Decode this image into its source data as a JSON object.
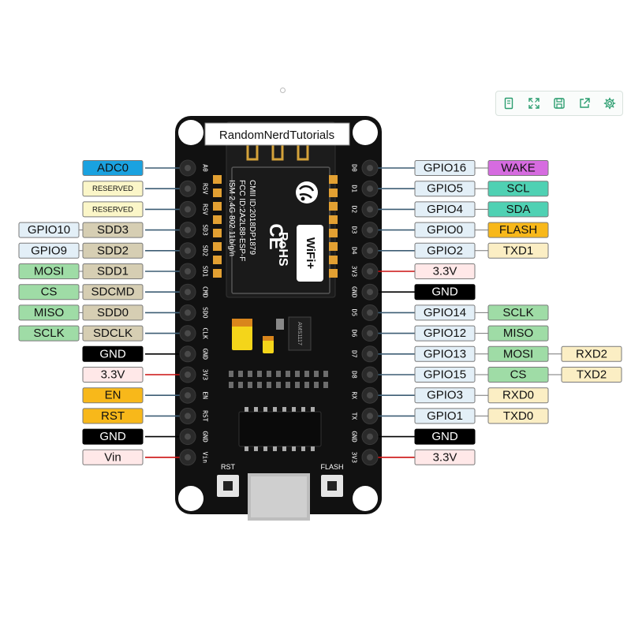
{
  "brand_label": "RandomNerdTutorials",
  "module": {
    "cert_lines": [
      "CMII ID:2018DP1879",
      "FCC ID:2A2L88-ESP-F",
      "ISM 2.4G  802.11b/g/n"
    ],
    "ce_mark": "CE",
    "rohs_mark": "RoHS",
    "wifi_badge": "WiFi+"
  },
  "regulator_label": "AMS1117",
  "buttons": {
    "rst": "RST",
    "flash": "FLASH"
  },
  "board_pins": {
    "left": [
      "A0",
      "RSV",
      "RSV",
      "SD3",
      "SD2",
      "SD1",
      "CMD",
      "SDO",
      "CLK",
      "GND",
      "3V3",
      "EN",
      "RST",
      "GND",
      "Vin"
    ],
    "right": [
      "D0",
      "D1",
      "D2",
      "D3",
      "D4",
      "3V3",
      "GND",
      "D5",
      "D6",
      "D7",
      "D8",
      "RX",
      "TX",
      "GND",
      "3V3"
    ]
  },
  "left_labels": [
    [
      {
        "text": "ADC0",
        "color": "#1aa2e0"
      }
    ],
    [
      {
        "text": "RESERVED",
        "color": "#fbf6c8"
      }
    ],
    [
      {
        "text": "RESERVED",
        "color": "#fbf6c8"
      }
    ],
    [
      {
        "text": "SDD3",
        "color": "#d6ceb3"
      },
      {
        "text": "GPIO10",
        "color": "#e3eff7"
      }
    ],
    [
      {
        "text": "SDD2",
        "color": "#d6ceb3"
      },
      {
        "text": "GPIO9",
        "color": "#e3eff7"
      }
    ],
    [
      {
        "text": "SDD1",
        "color": "#d6ceb3"
      },
      {
        "text": "MOSI",
        "color": "#9fdca6"
      }
    ],
    [
      {
        "text": "SDCMD",
        "color": "#d6ceb3"
      },
      {
        "text": "CS",
        "color": "#9fdca6"
      }
    ],
    [
      {
        "text": "SDD0",
        "color": "#d6ceb3"
      },
      {
        "text": "MISO",
        "color": "#9fdca6"
      }
    ],
    [
      {
        "text": "SDCLK",
        "color": "#d6ceb3"
      },
      {
        "text": "SCLK",
        "color": "#9fdca6"
      }
    ],
    [
      {
        "text": "GND",
        "color": "#000000"
      }
    ],
    [
      {
        "text": "3.3V",
        "color": "#ffe8e8"
      }
    ],
    [
      {
        "text": "EN",
        "color": "#f8b81a"
      }
    ],
    [
      {
        "text": "RST",
        "color": "#f8b81a"
      }
    ],
    [
      {
        "text": "GND",
        "color": "#000000"
      }
    ],
    [
      {
        "text": "Vin",
        "color": "#ffe8e8"
      }
    ]
  ],
  "right_labels": [
    [
      {
        "text": "GPIO16",
        "color": "#e3eff7"
      },
      {
        "text": "WAKE",
        "color": "#d66be0"
      }
    ],
    [
      {
        "text": "GPIO5",
        "color": "#e3eff7"
      },
      {
        "text": "SCL",
        "color": "#4fd1b3"
      }
    ],
    [
      {
        "text": "GPIO4",
        "color": "#e3eff7"
      },
      {
        "text": "SDA",
        "color": "#4fd1b3"
      }
    ],
    [
      {
        "text": "GPIO0",
        "color": "#e3eff7"
      },
      {
        "text": "FLASH",
        "color": "#f8b81a"
      }
    ],
    [
      {
        "text": "GPIO2",
        "color": "#e3eff7"
      },
      {
        "text": "TXD1",
        "color": "#fbeec4"
      }
    ],
    [
      {
        "text": "3.3V",
        "color": "#ffe8e8"
      }
    ],
    [
      {
        "text": "GND",
        "color": "#000000"
      }
    ],
    [
      {
        "text": "GPIO14",
        "color": "#e3eff7"
      },
      {
        "text": "SCLK",
        "color": "#9fdca6"
      }
    ],
    [
      {
        "text": "GPIO12",
        "color": "#e3eff7"
      },
      {
        "text": "MISO",
        "color": "#9fdca6"
      }
    ],
    [
      {
        "text": "GPIO13",
        "color": "#e3eff7"
      },
      {
        "text": "MOSI",
        "color": "#9fdca6"
      },
      {
        "text": "RXD2",
        "color": "#fbeec4"
      }
    ],
    [
      {
        "text": "GPIO15",
        "color": "#e3eff7"
      },
      {
        "text": "CS",
        "color": "#9fdca6"
      },
      {
        "text": "TXD2",
        "color": "#fbeec4"
      }
    ],
    [
      {
        "text": "GPIO3",
        "color": "#e3eff7"
      },
      {
        "text": "RXD0",
        "color": "#fbeec4"
      }
    ],
    [
      {
        "text": "GPIO1",
        "color": "#e3eff7"
      },
      {
        "text": "TXD0",
        "color": "#fbeec4"
      }
    ],
    [
      {
        "text": "GND",
        "color": "#000000"
      }
    ],
    [
      {
        "text": "3.3V",
        "color": "#ffe8e8"
      }
    ]
  ],
  "colors": {
    "board": "#111111",
    "power_line": "#cc1111",
    "signal_line": "#3d5d74",
    "ground_line": "#000000"
  },
  "toolbar": [
    {
      "icon": "file-icon"
    },
    {
      "icon": "expand-icon"
    },
    {
      "icon": "save-icon"
    },
    {
      "icon": "share-icon"
    },
    {
      "icon": "gear-icon"
    }
  ]
}
